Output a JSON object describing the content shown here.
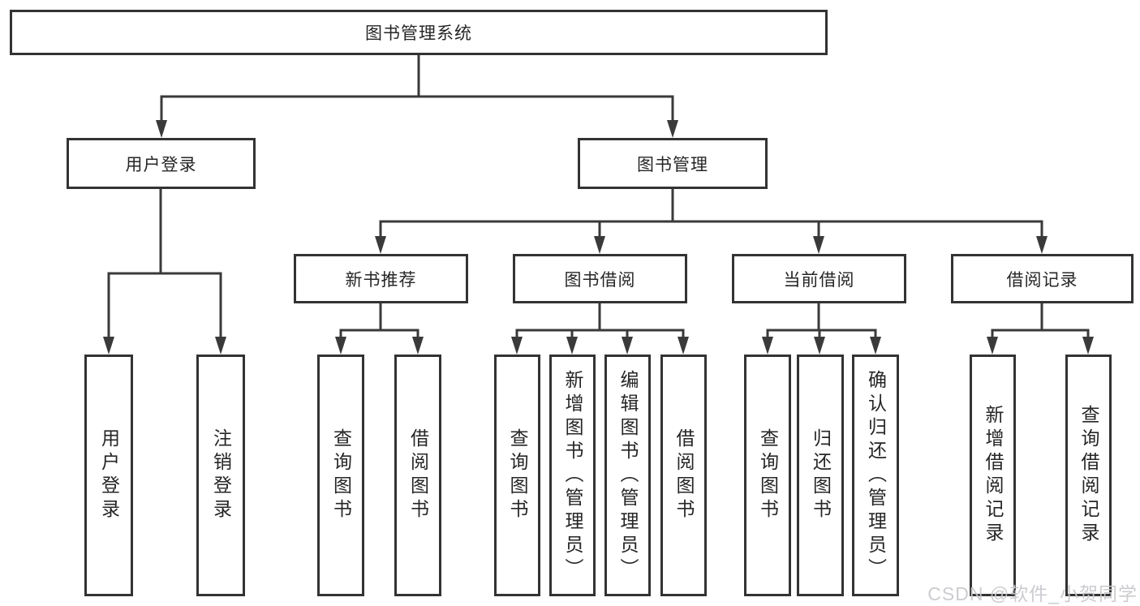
{
  "title": "图书管理系统",
  "nodes": {
    "root": "图书管理系统",
    "level2": [
      "用户登录",
      "图书管理"
    ],
    "level3": [
      "新书推荐",
      "图书借阅",
      "当前借阅",
      "借阅记录"
    ],
    "login_children": [
      "用户登录",
      "注销登录"
    ],
    "recommend_children": [
      "查询图书",
      "借阅图书"
    ],
    "borrow_children": [
      "查询图书",
      "新增图书（管理员）",
      "编辑图书（管理员）",
      "借阅图书"
    ],
    "current_children": [
      "查询图书",
      "归还图书",
      "确认归还（管理员）"
    ],
    "records_children": [
      "新增借阅记录",
      "查询借阅记录"
    ]
  },
  "watermark": "CSDN @软件_小贺同学",
  "colors": {
    "line": "#3a3a3a",
    "box_border": "#333333",
    "text": "#262626",
    "background": "#ffffff",
    "watermark": "#c8c8cd"
  }
}
